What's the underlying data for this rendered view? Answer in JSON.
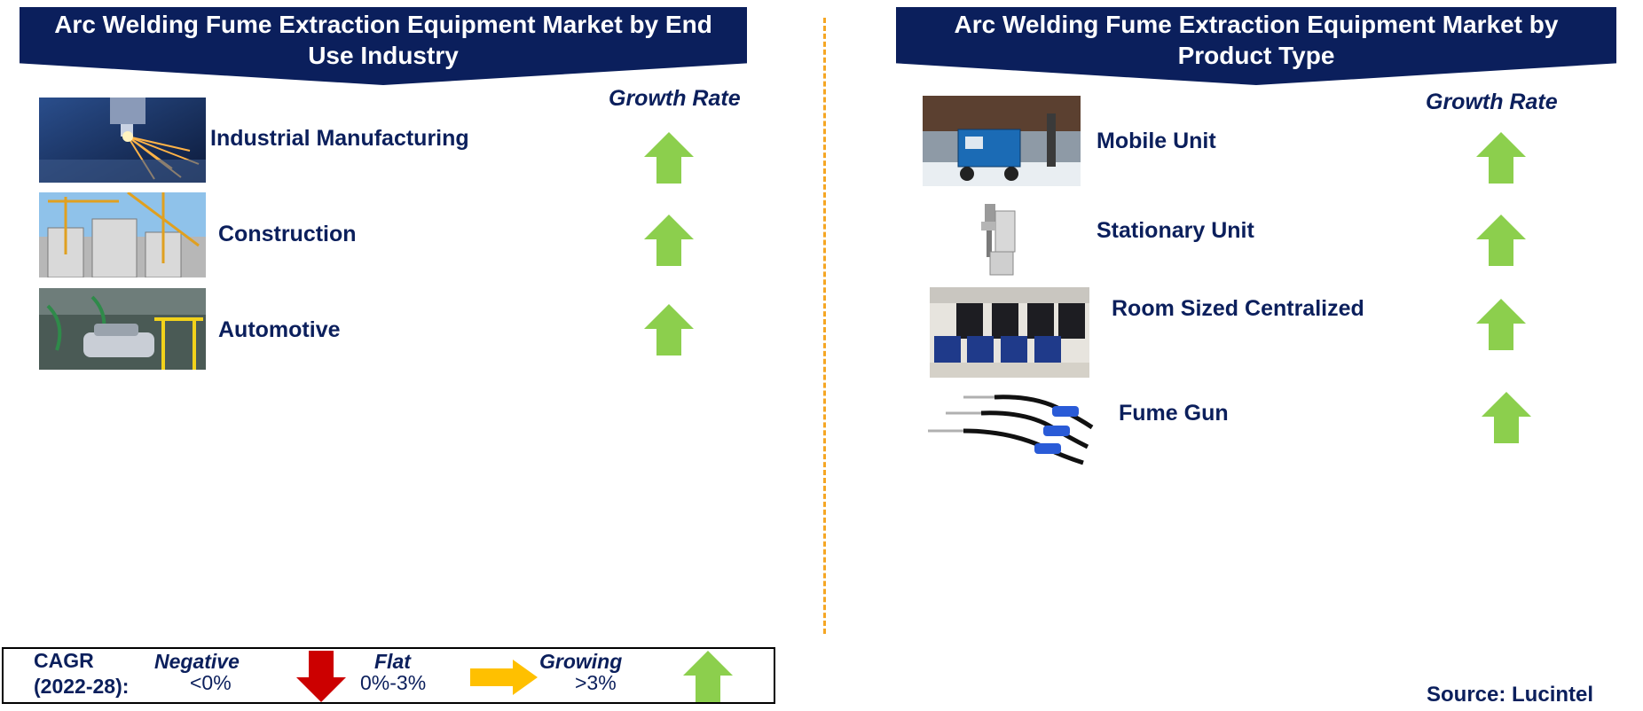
{
  "left_panel": {
    "title_line1": "Arc Welding Fume Extraction Equipment Market by End",
    "title_line2": "Use Industry",
    "growth_header": "Growth Rate",
    "items": [
      {
        "label": "Industrial Manufacturing",
        "icon": "welding-sparks-photo"
      },
      {
        "label": "Construction",
        "icon": "construction-cranes-photo"
      },
      {
        "label": "Automotive",
        "icon": "automotive-assembly-photo"
      }
    ]
  },
  "right_panel": {
    "title_line1": "Arc Welding Fume Extraction Equipment Market by",
    "title_line2": "Product Type",
    "growth_header": "Growth Rate",
    "items": [
      {
        "label": "Mobile Unit",
        "icon": "mobile-fume-extractor-photo"
      },
      {
        "label": "Stationary Unit",
        "icon": "stationary-unit-photo"
      },
      {
        "label": "Room Sized Centralized",
        "icon": "centralized-system-photo"
      },
      {
        "label": "Fume Gun",
        "icon": "fume-gun-photo"
      }
    ]
  },
  "legend": {
    "cagr_line1": "CAGR",
    "cagr_line2": "(2022-28):",
    "negative_label": "Negative",
    "negative_value": "<0%",
    "flat_label": "Flat",
    "flat_value": "0%-3%",
    "growing_label": "Growing",
    "growing_value": ">3%"
  },
  "source": "Source: Lucintel",
  "colors": {
    "banner": "#0b1f5c",
    "up_arrow": "#8ccf4d",
    "down_arrow": "#cc0000",
    "flat_arrow": "#ffc000",
    "divider": "#f5a623"
  }
}
